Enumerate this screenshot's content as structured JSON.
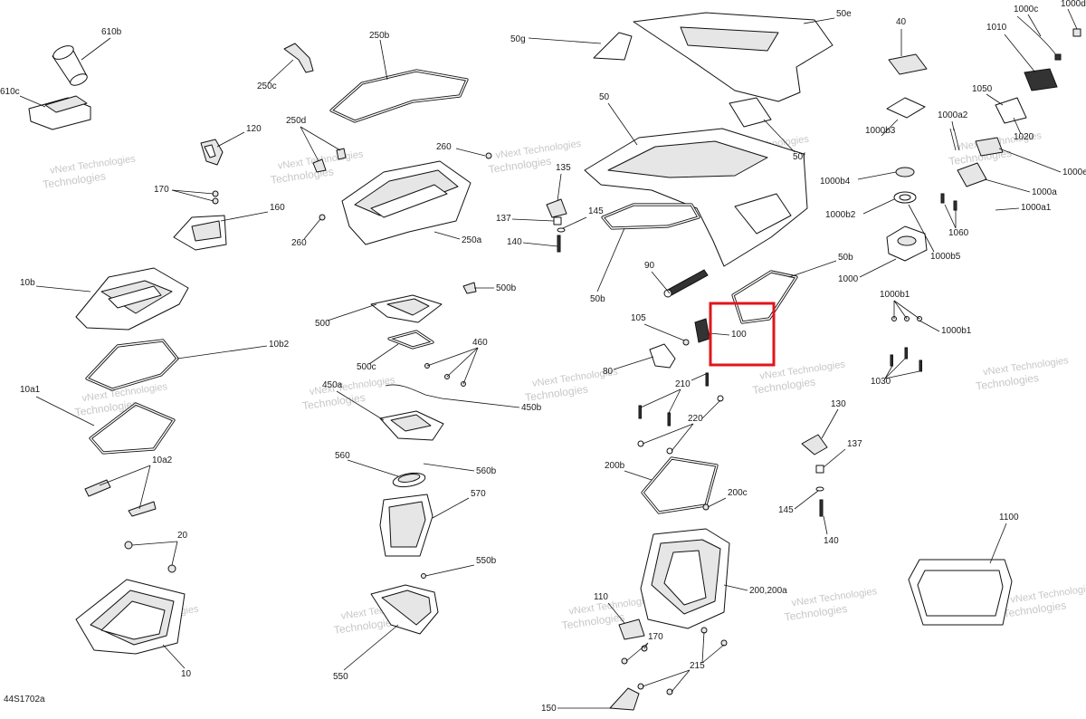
{
  "doc_code": "44S1702a",
  "watermark": {
    "line1": "vNext Technologies",
    "line2": "Technologies"
  },
  "highlight_part": "100",
  "callouts": [
    {
      "id": "610b",
      "text": "610b"
    },
    {
      "id": "610c",
      "text": "610c"
    },
    {
      "id": "120",
      "text": "120"
    },
    {
      "id": "170a",
      "text": "170"
    },
    {
      "id": "160",
      "text": "160"
    },
    {
      "id": "10b",
      "text": "10b"
    },
    {
      "id": "10b2",
      "text": "10b2"
    },
    {
      "id": "10a1",
      "text": "10a1"
    },
    {
      "id": "10a2",
      "text": "10a2"
    },
    {
      "id": "20",
      "text": "20"
    },
    {
      "id": "10",
      "text": "10"
    },
    {
      "id": "250b",
      "text": "250b"
    },
    {
      "id": "250c",
      "text": "250c"
    },
    {
      "id": "250d",
      "text": "250d"
    },
    {
      "id": "260a",
      "text": "260"
    },
    {
      "id": "260b",
      "text": "260"
    },
    {
      "id": "250a",
      "text": "250a"
    },
    {
      "id": "500b",
      "text": "500b"
    },
    {
      "id": "500",
      "text": "500"
    },
    {
      "id": "460",
      "text": "460"
    },
    {
      "id": "500c",
      "text": "500c"
    },
    {
      "id": "450a",
      "text": "450a"
    },
    {
      "id": "450b",
      "text": "450b"
    },
    {
      "id": "560",
      "text": "560"
    },
    {
      "id": "560b",
      "text": "560b"
    },
    {
      "id": "570",
      "text": "570"
    },
    {
      "id": "550b",
      "text": "550b"
    },
    {
      "id": "550",
      "text": "550"
    },
    {
      "id": "50g",
      "text": "50g"
    },
    {
      "id": "50e",
      "text": "50e"
    },
    {
      "id": "50",
      "text": "50"
    },
    {
      "id": "50f",
      "text": "50f"
    },
    {
      "id": "135",
      "text": "135"
    },
    {
      "id": "137a",
      "text": "137"
    },
    {
      "id": "145a",
      "text": "145"
    },
    {
      "id": "140a",
      "text": "140"
    },
    {
      "id": "50b1",
      "text": "50b"
    },
    {
      "id": "90",
      "text": "90"
    },
    {
      "id": "50b2",
      "text": "50b"
    },
    {
      "id": "105",
      "text": "105"
    },
    {
      "id": "100",
      "text": "100"
    },
    {
      "id": "80",
      "text": "80"
    },
    {
      "id": "210",
      "text": "210"
    },
    {
      "id": "220",
      "text": "220"
    },
    {
      "id": "200b",
      "text": "200b"
    },
    {
      "id": "200c",
      "text": "200c"
    },
    {
      "id": "200",
      "text": "200,200a"
    },
    {
      "id": "110",
      "text": "110"
    },
    {
      "id": "170b",
      "text": "170"
    },
    {
      "id": "215",
      "text": "215"
    },
    {
      "id": "150",
      "text": "150"
    },
    {
      "id": "130",
      "text": "130"
    },
    {
      "id": "137b",
      "text": "137"
    },
    {
      "id": "145b",
      "text": "145"
    },
    {
      "id": "140b",
      "text": "140"
    },
    {
      "id": "1100",
      "text": "1100"
    },
    {
      "id": "40",
      "text": "40"
    },
    {
      "id": "1000c",
      "text": "1000c"
    },
    {
      "id": "1000d",
      "text": "1000d"
    },
    {
      "id": "1010",
      "text": "1010"
    },
    {
      "id": "1050",
      "text": "1050"
    },
    {
      "id": "1000a2",
      "text": "1000a2"
    },
    {
      "id": "1020",
      "text": "1020"
    },
    {
      "id": "1000b3",
      "text": "1000b3"
    },
    {
      "id": "1000e",
      "text": "1000e"
    },
    {
      "id": "1000b4",
      "text": "1000b4"
    },
    {
      "id": "1000a",
      "text": "1000a"
    },
    {
      "id": "1000a1",
      "text": "1000a1"
    },
    {
      "id": "1000b2",
      "text": "1000b2"
    },
    {
      "id": "1060",
      "text": "1060"
    },
    {
      "id": "1000b5",
      "text": "1000b5"
    },
    {
      "id": "1000",
      "text": "1000"
    },
    {
      "id": "1000b1",
      "text": "1000b1"
    },
    {
      "id": "1000b1b",
      "text": "1000b1"
    },
    {
      "id": "1030",
      "text": "1030"
    }
  ]
}
